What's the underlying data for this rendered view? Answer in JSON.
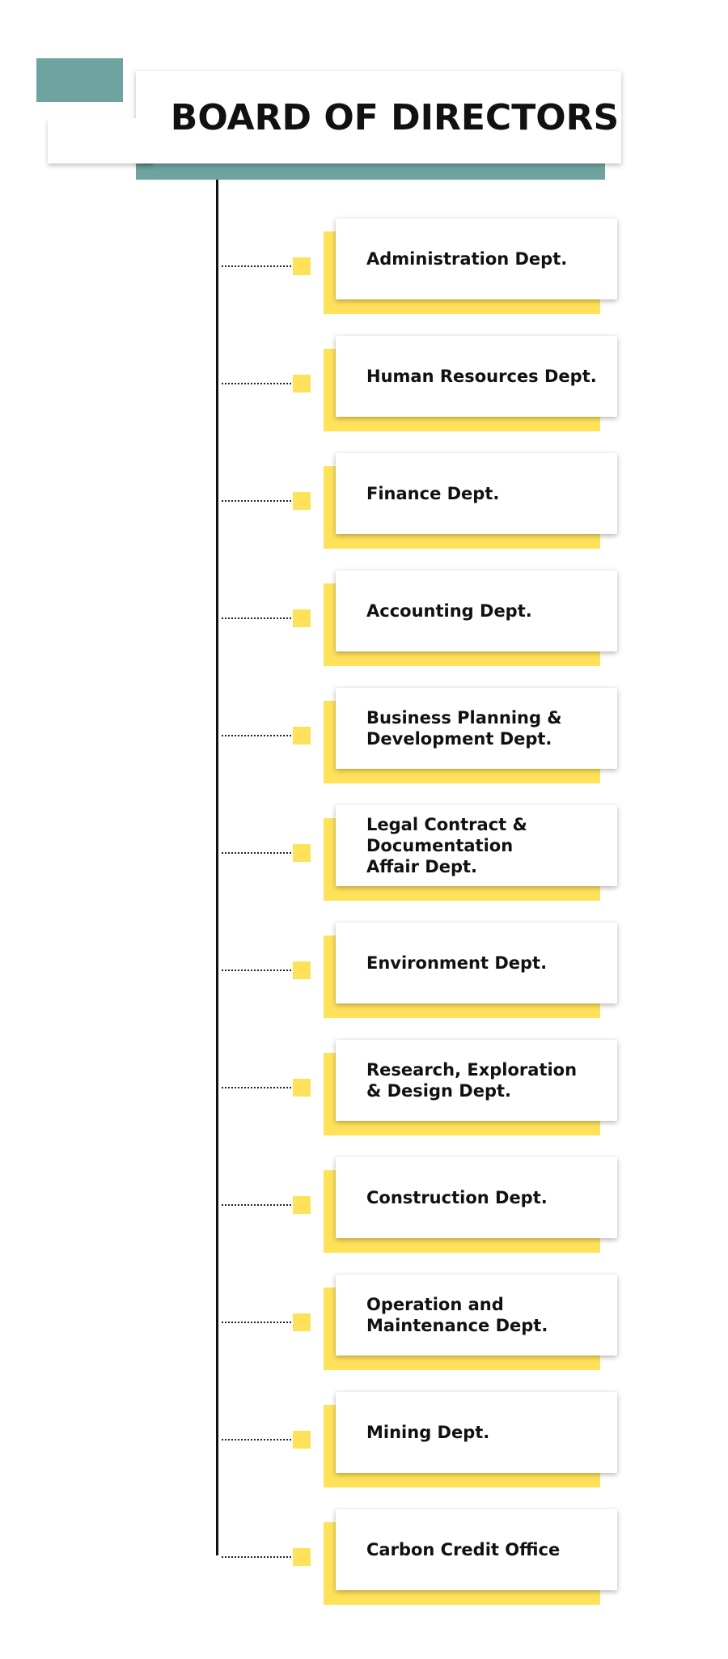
{
  "title": "BOARD OF DIRECTORS",
  "colors": {
    "teal": "#6fa39f",
    "yellow": "#ffe15a",
    "text": "#111111"
  },
  "departments": [
    {
      "label": "Administration Dept."
    },
    {
      "label": "Human Resources Dept."
    },
    {
      "label": "Finance Dept."
    },
    {
      "label": "Accounting Dept."
    },
    {
      "label": "Business Planning &\nDevelopment Dept."
    },
    {
      "label": "Legal Contract &\nDocumentation\nAffair Dept."
    },
    {
      "label": "Environment  Dept."
    },
    {
      "label": "Research, Exploration\n& Design Dept."
    },
    {
      "label": "Construction Dept."
    },
    {
      "label": "Operation and\nMaintenance Dept."
    },
    {
      "label": "Mining Dept."
    },
    {
      "label": "Carbon Credit Office"
    }
  ]
}
